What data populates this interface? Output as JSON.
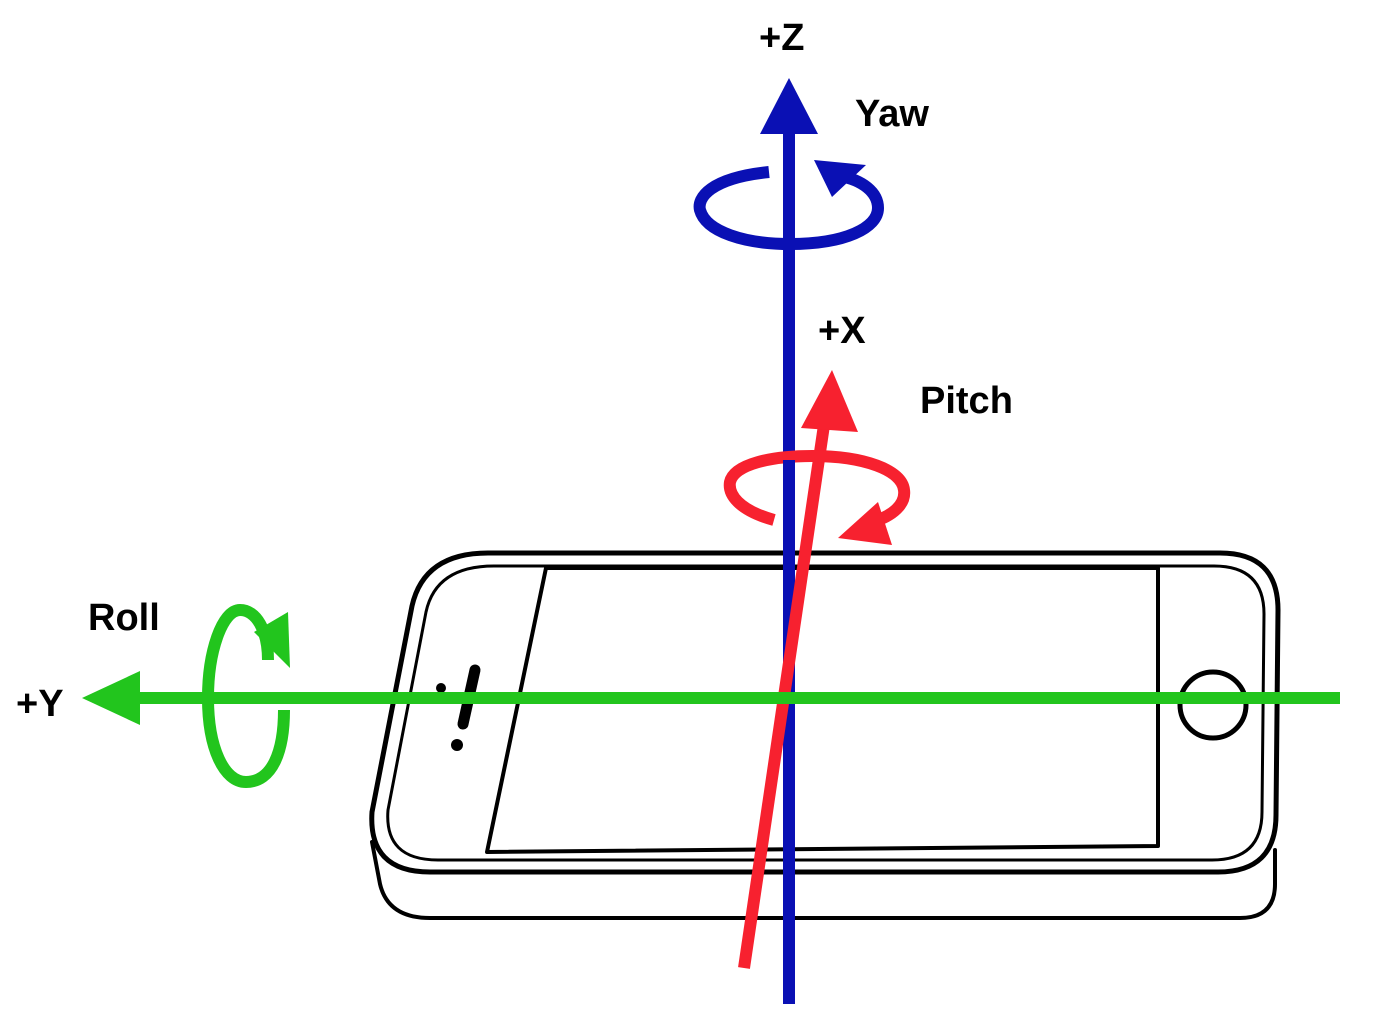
{
  "axes": {
    "z": {
      "label": "+Z",
      "rotation_label": "Yaw",
      "color": "#0a10b4"
    },
    "x": {
      "label": "+X",
      "rotation_label": "Pitch",
      "color": "#f7212f"
    },
    "y": {
      "label": "+Y",
      "rotation_label": "Roll",
      "color": "#22c51d"
    }
  },
  "icons": [
    "smartphone-icon"
  ]
}
